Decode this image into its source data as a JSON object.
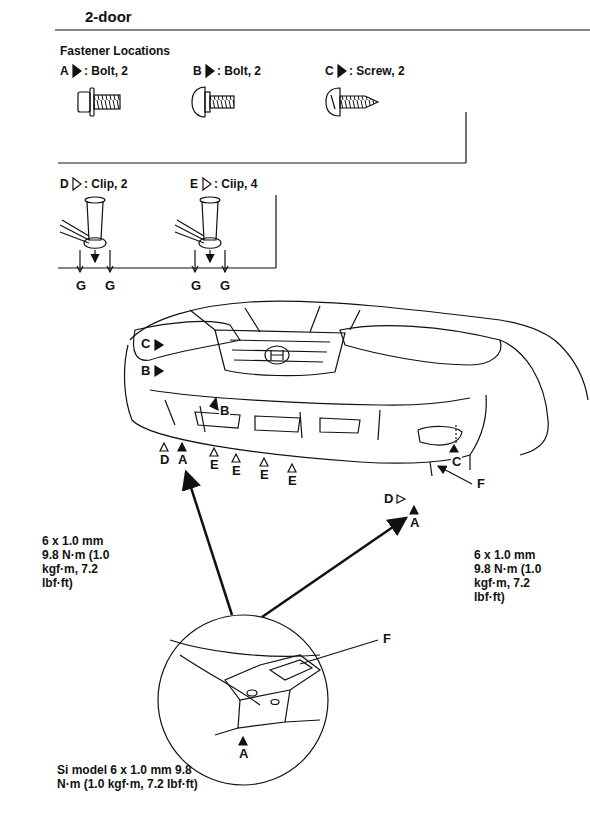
{
  "diagram": {
    "labels": [
      "2-door",
      "Fastener Locations",
      "A",
      ": Bolt, 2",
      "B",
      ": Bolt, 2",
      "C",
      ": Screw, 2",
      "D",
      ": Clip, 2",
      "E",
      ": Ciip, 4",
      "G",
      "G",
      "G",
      "G",
      "C",
      "B",
      "B",
      "C",
      "D",
      "A",
      "E",
      "E",
      "E",
      "E",
      "F",
      "D",
      "A",
      "6 x 1.0 mm 9.8 N·m (1.0 kgf·m, 7.2 lbf·ft)",
      "6 x 1.0 mm 9.8 N·m (1.0 kgf·m, 7.2 lbf·ft)",
      "F",
      "A",
      "Si model 6 x 1.0 mm 9.8 N·m (1.0 kgf·m, 7.2 lbf·ft)"
    ]
  }
}
